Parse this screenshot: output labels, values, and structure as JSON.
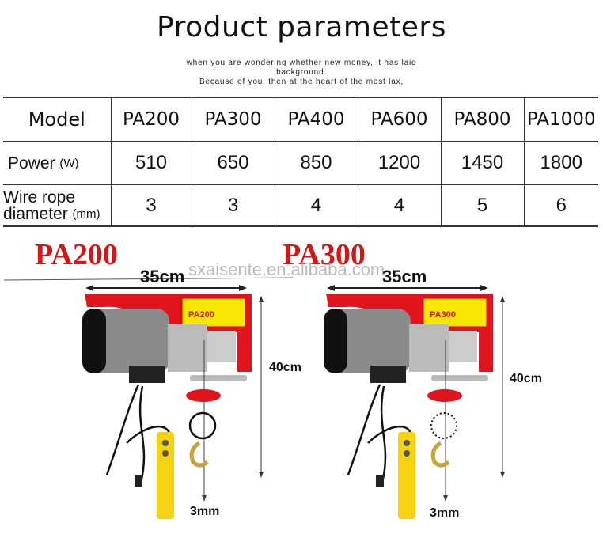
{
  "title": "Product parameters",
  "subtitle": {
    "line1": "when you are wondering whether new money, it has laid",
    "line2": "background.",
    "line3": "Because of you, then at the heart of the most lax,"
  },
  "table": {
    "header_label": "Model",
    "models": [
      "PA200",
      "PA300",
      "PA400",
      "PA600",
      "PA800",
      "PA1000"
    ],
    "power": {
      "label": "Power",
      "unit": "(W)",
      "values": [
        "510",
        "650",
        "850",
        "1200",
        "1450",
        "1800"
      ]
    },
    "wire": {
      "label_line1": "Wire rope",
      "label_line2": "diameter",
      "unit": "(mm)",
      "values": [
        "3",
        "3",
        "4",
        "4",
        "5",
        "6"
      ]
    }
  },
  "illustrations": [
    {
      "model": "PA200",
      "width": "35cm",
      "height": "40cm",
      "wire": "3mm",
      "plate": "PA200"
    },
    {
      "model": "PA300",
      "width": "35cm",
      "height": "40cm",
      "wire": "3mm",
      "plate": "PA300"
    }
  ],
  "watermark": "sxaisente.en.alibaba.com",
  "colors": {
    "accent_red": "#d31616",
    "hoist_red": "#e0141c",
    "pendant_yellow": "#f5d312"
  }
}
